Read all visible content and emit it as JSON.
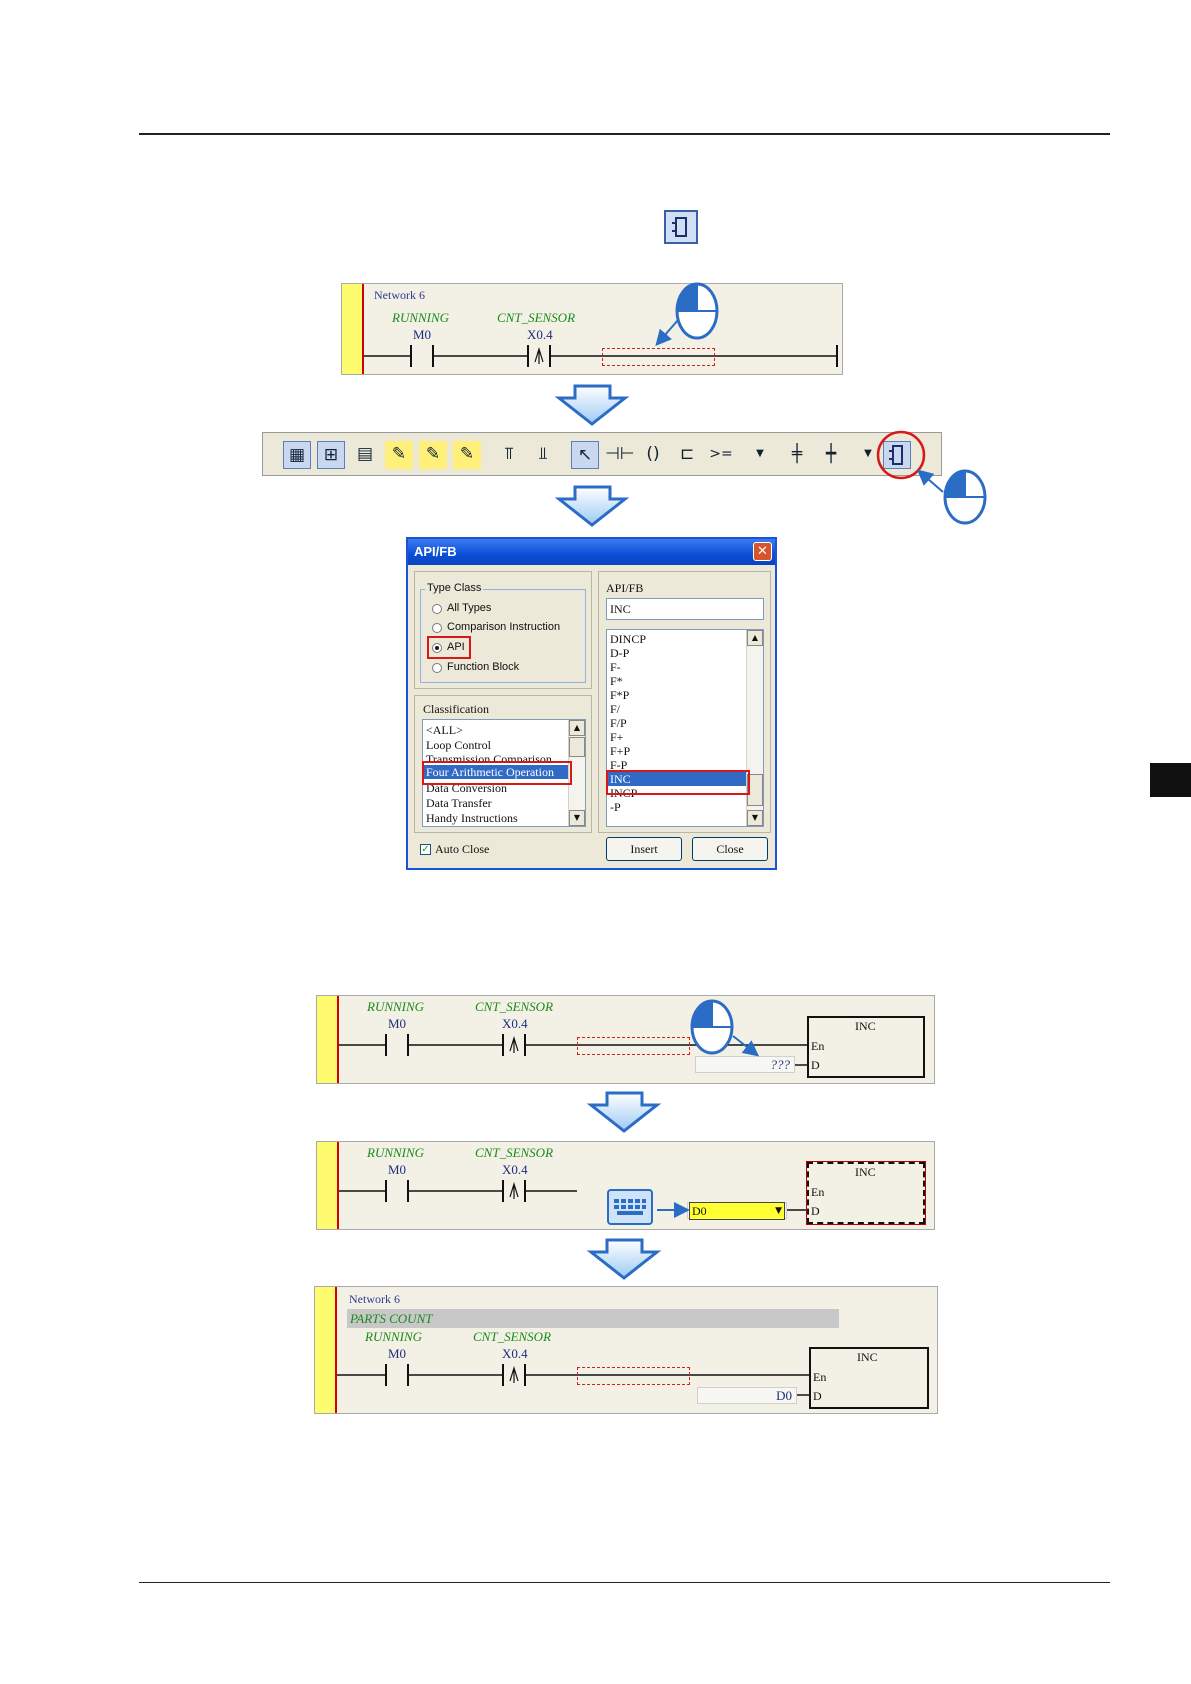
{
  "ladder": {
    "network_label": "Network 6",
    "running_label": "RUNNING",
    "sensor_label": "CNT_SENSOR",
    "m0": "M0",
    "x04": "X0.4",
    "inc": "INC",
    "en": "En",
    "d": "D",
    "placeholder_operand": "???",
    "typed_operand": "D0",
    "final_operand": "D0",
    "comment": "PARTS COUNT"
  },
  "toolbar": {
    "compare_label": ">="
  },
  "dialog": {
    "title": "API/FB",
    "close_glyph": "✕",
    "type_class_label": "Type Class",
    "type_options": [
      "All Types",
      "Comparison Instruction",
      "API",
      "Function Block"
    ],
    "selected_type": "API",
    "classification_label": "Classification",
    "classification_items": [
      "<ALL>",
      "Loop Control",
      "Transmission Comparison",
      "Four Arithmetic Operation",
      "Data Conversion",
      "Data Transfer",
      "Handy Instructions"
    ],
    "selected_classification": "Four Arithmetic Operation",
    "api_label": "API/FB",
    "api_input_value": "INC",
    "api_items": [
      "DINCP",
      "D-P",
      "F-",
      "F*",
      "F*P",
      "F/",
      "F/P",
      "F+",
      "F+P",
      "F-P",
      "INC",
      "INCP",
      "-P"
    ],
    "selected_api": "INC",
    "insert_label": "Insert",
    "close_label": "Close",
    "auto_close_label": "Auto Close",
    "auto_close_checked": true
  }
}
